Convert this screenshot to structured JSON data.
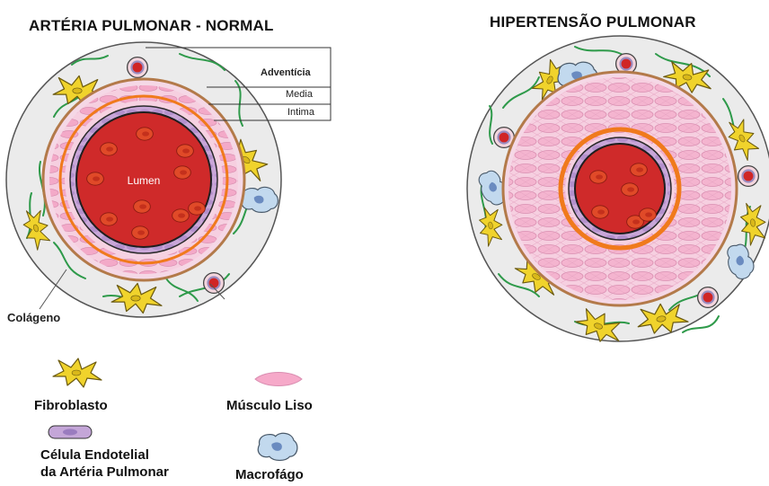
{
  "panels": {
    "normal": {
      "title": "ARTÉRIA PULMONAR - NORMAL",
      "layers": {
        "adventitia": "Adventícia",
        "media": "Media",
        "intima": "Intima"
      },
      "lumen_label": "Lumen",
      "collagen_label": "Colágeno"
    },
    "hypertension": {
      "title": "HIPERTENSÃO PULMONAR"
    }
  },
  "legend": {
    "fibroblast": "Fibroblasto",
    "smooth_muscle": "Músculo Liso",
    "endothelial_line1": "Célula Endotelial",
    "endothelial_line2": "da Artéria Pulmonar",
    "macrophage": "Macrofágo"
  },
  "colors": {
    "adventitia_fill": "#ececec",
    "adventitia_border": "#555555",
    "collagen": "#2e9a4a",
    "fibroblast": "#f0d32c",
    "media_fill": "#f4c4d8",
    "muscle_cell": "#f6a9c9",
    "brown_ring": "#b37a4a",
    "orange_ring": "#f07a1c",
    "endothelial": "#c4a6d8",
    "lumen": "#cf2a2a",
    "rbc": "#e24a2a",
    "macrophage": "#bcd6ec"
  }
}
